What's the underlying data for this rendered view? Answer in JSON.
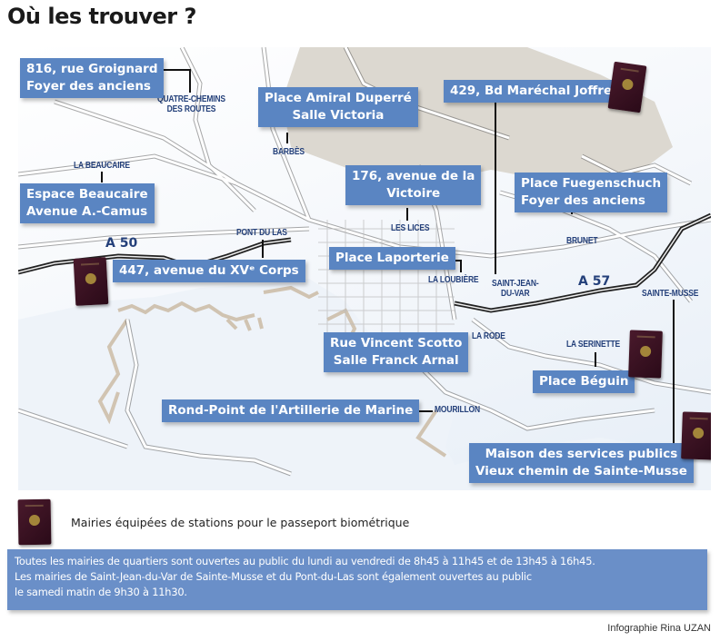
{
  "title": "Où les trouver ?",
  "colors": {
    "label_bg": "#5a85c2",
    "info_bg": "#6a8fc8",
    "place_text": "#24407a",
    "passport": "#3a1222",
    "land_gray": "#dcd8d0",
    "sea": "#e6eef7"
  },
  "map": {
    "highways": [
      {
        "name": "A 50"
      },
      {
        "name": "A 57"
      }
    ],
    "places": [
      {
        "name": "QUATRE-CHEMINS",
        "name2": "DES ROUTES"
      },
      {
        "name": "BARBÈS"
      },
      {
        "name": "LA BEAUCAIRE"
      },
      {
        "name": "PONT DU LAS"
      },
      {
        "name": "LES LICES"
      },
      {
        "name": "LA LOUBIÈRE"
      },
      {
        "name": "SAINT-JEAN-",
        "name2": "DU-VAR"
      },
      {
        "name": "BRUNET"
      },
      {
        "name": "SAINTE-MUSSE"
      },
      {
        "name": "LA RODE"
      },
      {
        "name": "LA SERINETTE"
      },
      {
        "name": "MOURILLON"
      }
    ],
    "labels": [
      {
        "line1": "816, rue Groignard",
        "line2": "Foyer des anciens",
        "passport": false
      },
      {
        "line1": "Place Amiral Duperré",
        "line2": "Salle Victoria",
        "passport": false
      },
      {
        "line1": "429, Bd Maréchal Joffre",
        "passport": true
      },
      {
        "line1": "Espace Beaucaire",
        "line2": "Avenue A.-Camus",
        "passport": false
      },
      {
        "line1": "176, avenue de la",
        "line2": "Victoire",
        "passport": false
      },
      {
        "line1": "Place Fuegenschuch",
        "line2": "Foyer des anciens",
        "passport": false
      },
      {
        "line1": "447, avenue du XVᵉ Corps",
        "passport": true
      },
      {
        "line1": "Place Laporterie",
        "passport": false
      },
      {
        "line1": "Rue Vincent Scotto",
        "line2": "Salle Franck Arnal",
        "passport": false
      },
      {
        "line1": "Place Béguin",
        "passport": true
      },
      {
        "line1": "Rond-Point de l'Artillerie de Marine",
        "passport": false
      },
      {
        "line1": "Maison des services publics",
        "line2": "Vieux chemin de Sainte-Musse",
        "passport": true
      }
    ]
  },
  "legend": {
    "icon": "passport-icon",
    "text": "Mairies équipées de stations pour le passeport biométrique"
  },
  "info": {
    "line1": "Toutes les mairies de quartiers sont ouvertes au public du lundi au vendredi de 8h45 à 11h45 et de 13h45 à 16h45.",
    "line2": "Les mairies de Saint-Jean-du-Var de Sainte-Musse et du Pont-du-Las sont également ouvertes au public",
    "line3": "le samedi matin de 9h30 à 11h30."
  },
  "credit": "Infographie Rina UZAN"
}
